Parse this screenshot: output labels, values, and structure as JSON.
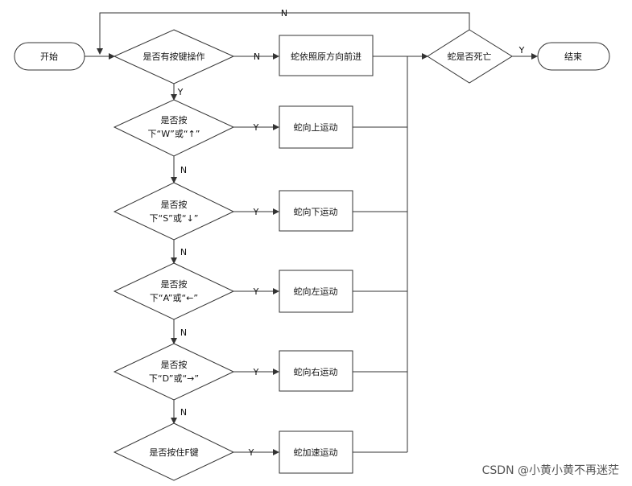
{
  "nodes": {
    "start": "开始",
    "any_key": "是否有按键操作",
    "keep_direction": "蛇依照原方向前进",
    "is_dead": "蛇是否死亡",
    "end": "结束",
    "press_w_line1": "是否按",
    "press_w_line2": "下“W”或“↑”",
    "move_up": "蛇向上运动",
    "press_s_line1": "是否按",
    "press_s_line2": "下“S”或“↓”",
    "move_down": "蛇向下运动",
    "press_a_line1": "是否按",
    "press_a_line2": "下“A”或“←”",
    "move_left": "蛇向左运动",
    "press_d_line1": "是否按",
    "press_d_line2": "下“D”或“→”",
    "move_right": "蛇向右运动",
    "hold_f": "是否按住F键",
    "speed_up": "蛇加速运动"
  },
  "edges": {
    "yes": "Y",
    "no": "N"
  },
  "watermark": "CSDN @小黄小黄不再迷茫",
  "colors": {
    "stroke": "#333333",
    "fill": "#ffffff",
    "text": "#111111"
  }
}
